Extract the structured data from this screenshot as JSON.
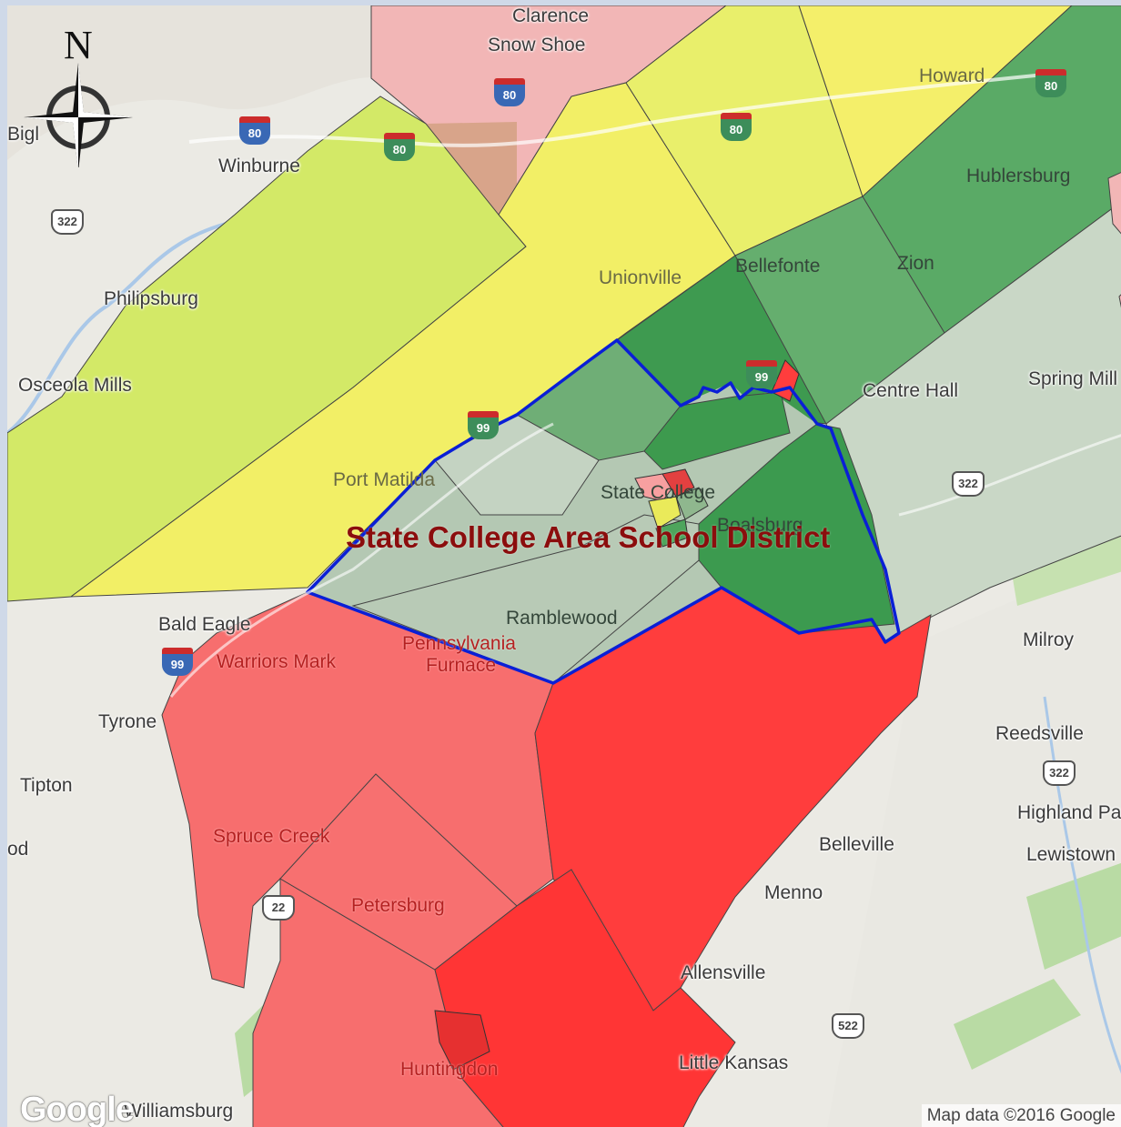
{
  "map": {
    "district_title": "State College Area School District",
    "places": {
      "clarence": "Clarence",
      "snow_shoe": "Snow Shoe",
      "howard": "Howard",
      "big": "Bigl",
      "winburne": "Winburne",
      "hublersburg": "Hublersburg",
      "philipsburg": "Philipsburg",
      "unionville": "Unionville",
      "bellefonte": "Bellefonte",
      "zion": "Zion",
      "osceola_mills": "Osceola Mills",
      "centre_hall": "Centre Hall",
      "spring_mills": "Spring Mill",
      "port_matilda": "Port Matilda",
      "state_college": "State College",
      "boalsburg": "Boalsburg",
      "bald_eagle": "Bald Eagle",
      "ramblewood": "Ramblewood",
      "milroy": "Milroy",
      "warriors_mark": "Warriors Mark",
      "pennsylvania_furnace_1": "Pennsylvania",
      "pennsylvania_furnace_2": "Furnace",
      "tyrone": "Tyrone",
      "reedsville": "Reedsville",
      "tipton": "Tipton",
      "highland_park": "Highland Pa",
      "od": "od",
      "spruce_creek": "Spruce Creek",
      "belleville": "Belleville",
      "lewistown": "Lewistown",
      "menno": "Menno",
      "petersburg": "Petersburg",
      "allensville": "Allensville",
      "huntingdon": "Huntingdon",
      "little_kansas": "Little Kansas",
      "williamsburg": "Williamsburg"
    },
    "shields": {
      "i80_a": "80",
      "i80_b": "80",
      "i80_c": "80",
      "i80_d": "80",
      "i80_e": "80",
      "i99_a": "99",
      "i99_b": "99",
      "i99_c": "99",
      "us322_a": "322",
      "us322_b": "322",
      "us322_c": "322",
      "us22": "22",
      "us522": "522"
    },
    "compass_letter": "N",
    "google_logo": "Google",
    "attribution": "Map data ©2016 Google"
  },
  "colors": {
    "yellow": "#f3f064",
    "yellow_green": "#d6ec66",
    "dark_green": "#3a9a4d",
    "light_gray_green": "#c8d6c5",
    "gray_green": "#9fb9a1",
    "red": "#ff3d3d",
    "salmon": "#f76f6f",
    "pink": "#f2b6b6",
    "district_border": "#0a1fd6"
  }
}
